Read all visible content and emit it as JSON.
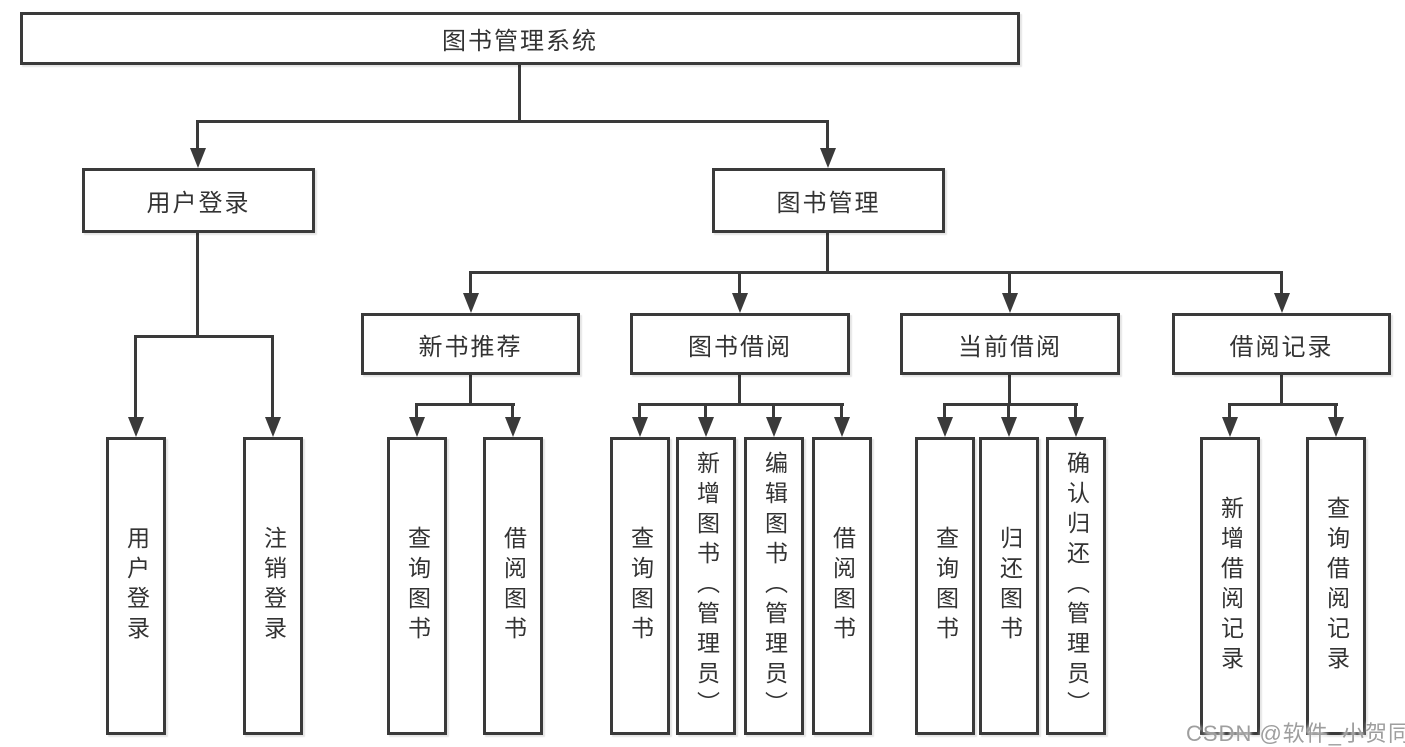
{
  "diagram_title": "图书管理系统",
  "tree": {
    "label": "图书管理系统",
    "children": [
      {
        "label": "用户登录",
        "children": [
          {
            "label": "用户登录"
          },
          {
            "label": "注销登录"
          }
        ]
      },
      {
        "label": "图书管理",
        "children": [
          {
            "label": "新书推荐",
            "children": [
              {
                "label": "查询图书"
              },
              {
                "label": "借阅图书"
              }
            ]
          },
          {
            "label": "图书借阅",
            "children": [
              {
                "label": "查询图书"
              },
              {
                "label": "新增图书（管理员）"
              },
              {
                "label": "编辑图书（管理员）"
              },
              {
                "label": "借阅图书"
              }
            ]
          },
          {
            "label": "当前借阅",
            "children": [
              {
                "label": "查询图书"
              },
              {
                "label": "归还图书"
              },
              {
                "label": "确认归还（管理员）"
              }
            ]
          },
          {
            "label": "借阅记录",
            "children": [
              {
                "label": "新增借阅记录"
              },
              {
                "label": "查询借阅记录"
              }
            ]
          }
        ]
      }
    ]
  },
  "watermark": "CSDN @软件_小贺同学",
  "colors": {
    "background": "#ffffff",
    "line": "#3a3a3a",
    "box_fill": "#ffffff",
    "text": "#333333",
    "watermark_text": "#9e9e9e"
  }
}
